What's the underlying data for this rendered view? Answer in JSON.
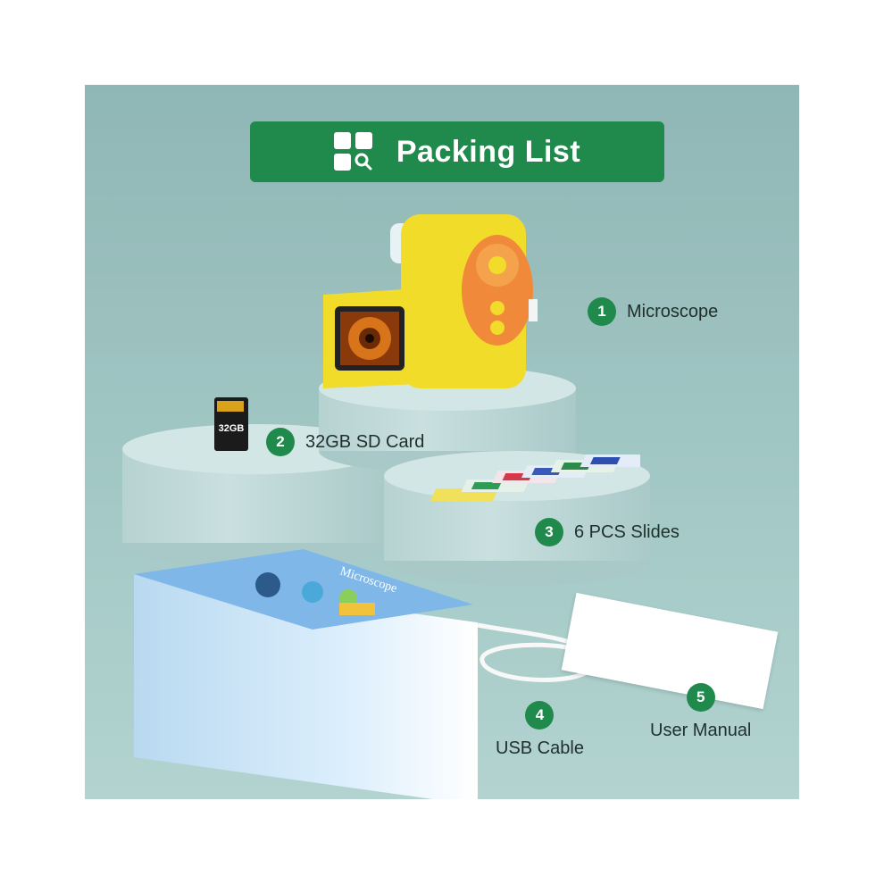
{
  "title": "Packing List",
  "items": [
    {
      "number": "1",
      "label": "Microscope"
    },
    {
      "number": "2",
      "label": "32GB SD Card"
    },
    {
      "number": "3",
      "label": "6 PCS Slides"
    },
    {
      "number": "4",
      "label": "USB Cable"
    },
    {
      "number": "5",
      "label": "User Manual"
    }
  ],
  "sd_card": {
    "capacity": "32GB"
  },
  "box": {
    "brand": "Microscope"
  },
  "colors": {
    "accent": "#1f8a4c",
    "microscope_body": "#f2dc2a",
    "microscope_panel": "#f08a3a"
  }
}
